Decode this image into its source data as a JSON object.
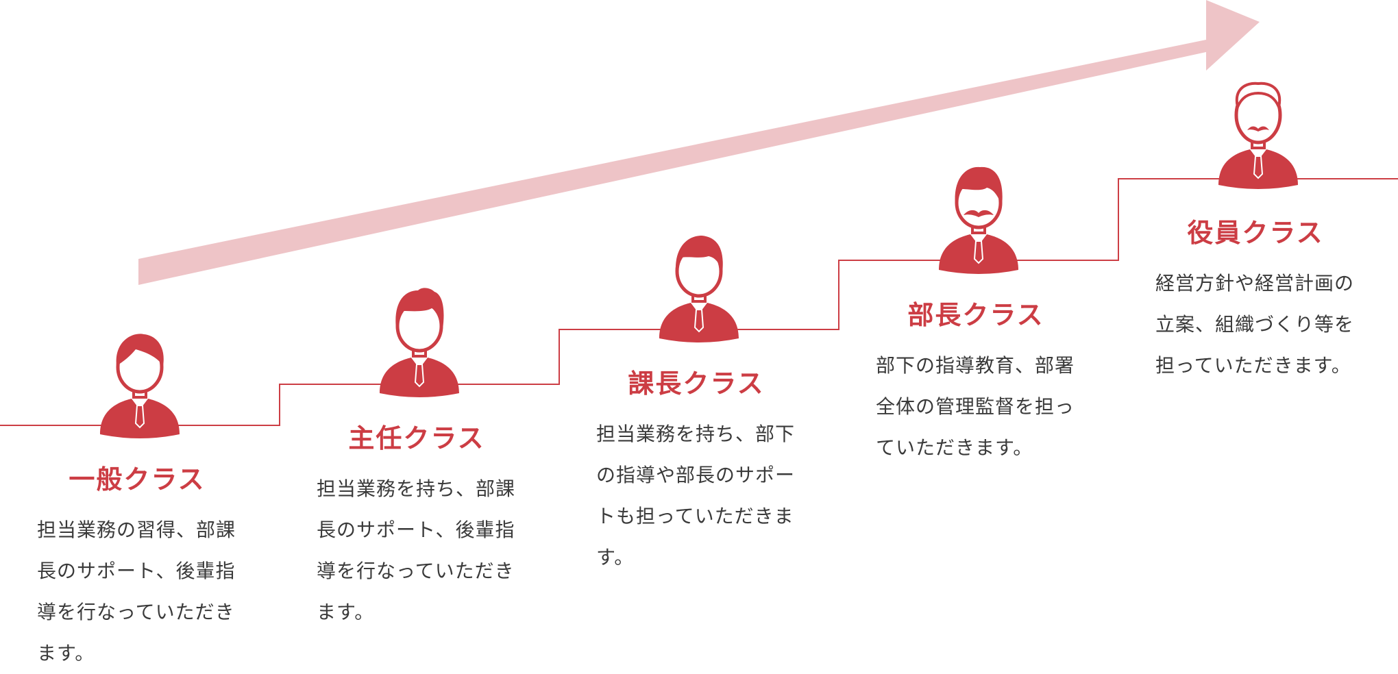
{
  "colors": {
    "accent": "#cc3d44",
    "arrow": "#eec4c7",
    "text": "#3a3a3a"
  },
  "stages": [
    {
      "title": "一般クラス",
      "description": "担当業務の習得、部課長のサポート、後輩指導を行なっていただきます。",
      "icon": "employee-icon"
    },
    {
      "title": "主任クラス",
      "description": "担当業務を持ち、部課長のサポート、後輩指導を行なっていただきます。",
      "icon": "chief-icon"
    },
    {
      "title": "課長クラス",
      "description": "担当業務を持ち、部下の指導や部長のサポートも担っていただきます。",
      "icon": "section-manager-icon"
    },
    {
      "title": "部長クラス",
      "description": "部下の指導教育、部署全体の管理監督を担っていただきます。",
      "icon": "department-manager-icon"
    },
    {
      "title": "役員クラス",
      "description": "経営方針や経営計画の立案、組織づくり等を担っていただきます。",
      "icon": "executive-icon"
    }
  ]
}
